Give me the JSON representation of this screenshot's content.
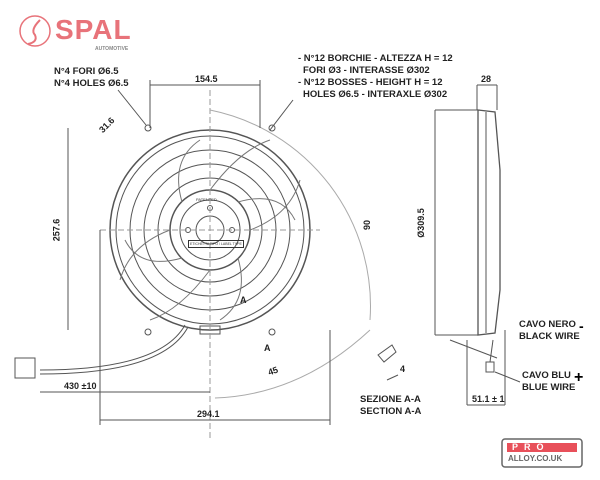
{
  "logo": {
    "brand": "SPAL",
    "subtitle": "AUTOMOTIVE",
    "color": "#e8737a"
  },
  "watermark": {
    "line1": "PRO",
    "line2": "ALLOY.CO.UK",
    "accent": "#e8505a"
  },
  "labels": {
    "holes_it": "N°4 FORI Ø6.5",
    "holes_en": "N°4 HOLES Ø6.5",
    "bosses": [
      "- N°12 BORCHIE - ALTEZZA H = 12",
      "  FORI Ø3 - INTERASSE Ø302",
      "- N°12 BOSSES - HEIGHT H = 12",
      "  HOLES Ø6.5 - INTERAXLE Ø302"
    ],
    "black_wire_it": "CAVO NERO",
    "black_wire_en": "BLACK WIRE",
    "black_sign": "-",
    "blue_wire_it": "CAVO BLU",
    "blue_wire_en": "BLUE WIRE",
    "blue_sign": "+",
    "section_it": "SEZIONE A-A",
    "section_en": "SECTION A-A",
    "section_mark": "A",
    "hub_patented": "PATENTED",
    "hub_label": "ETICHETTA TIPO / LABEL TYPE"
  },
  "dimensions": {
    "top_width": "154.5",
    "bolt_offset": "31.6",
    "height_left": "257.6",
    "angle_90": "90",
    "angle_45": "45",
    "diameter": "Ø309.5",
    "depth_top": "28",
    "depth_bottom": "51.1 ± 1",
    "cable": "430 ±10",
    "overall": "294.1",
    "section_4": "4"
  }
}
